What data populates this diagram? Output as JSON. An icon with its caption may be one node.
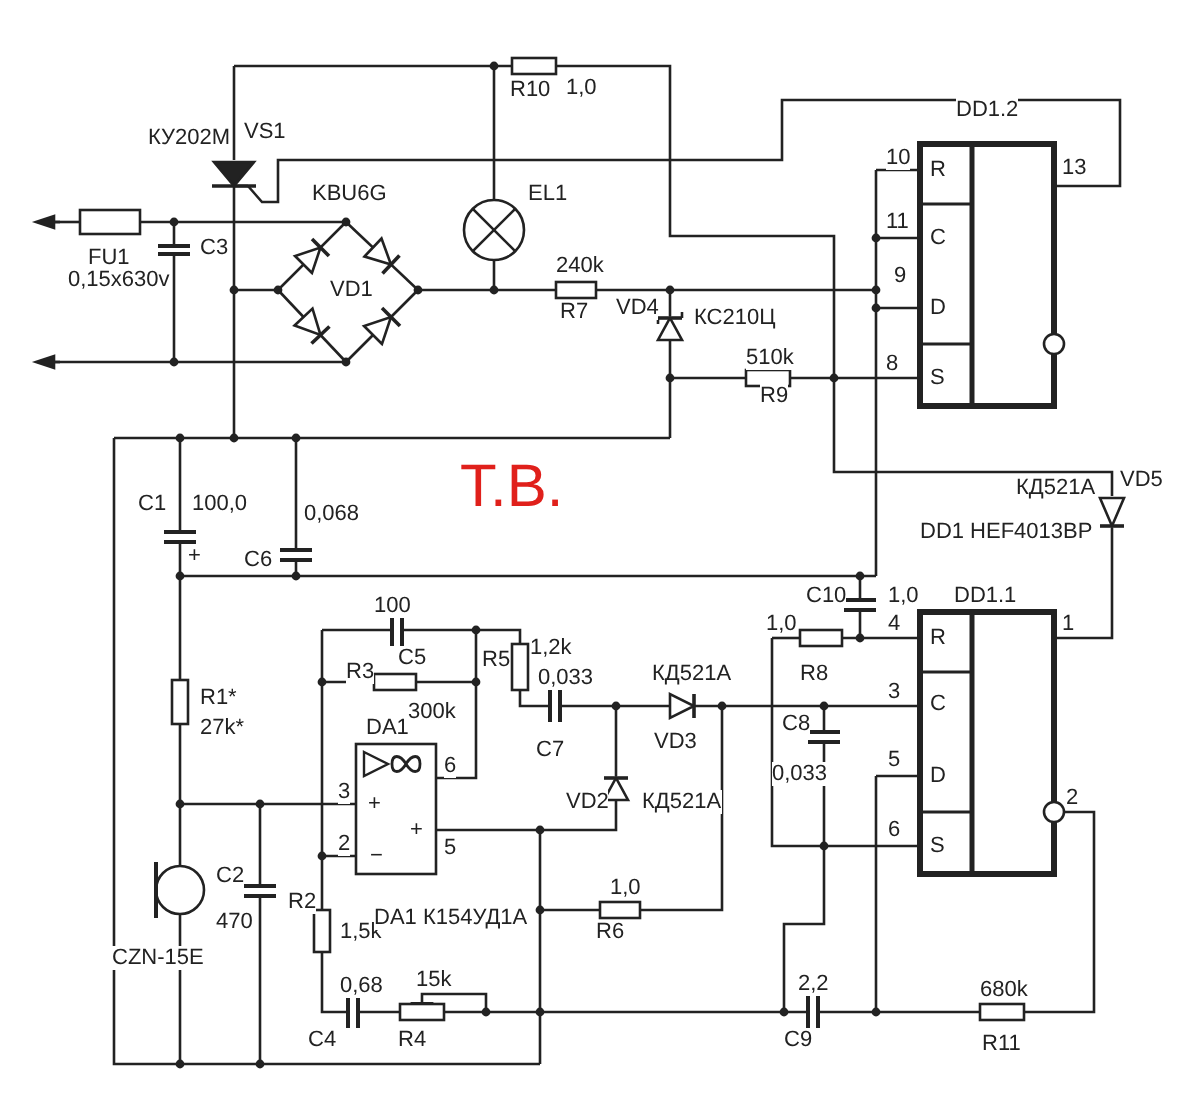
{
  "diagram": {
    "title": "Т.В.",
    "labels": [
      "R10",
      "1,0",
      "DD1.2",
      "КУ202М",
      "VS1",
      "10",
      "R",
      "13",
      "KBU6G",
      "EL1",
      "FU1",
      "C3",
      "11",
      "C",
      "0,15x630v",
      "VD1",
      "240k",
      "9",
      "R7",
      "VD4",
      "КС210Ц",
      "D",
      "510k",
      "R9",
      "8",
      "S",
      "КД521А",
      "VD5",
      "C1",
      "100,0",
      "0,068",
      "DD1 HEF4013BP",
      "+",
      "C6",
      "100",
      "C10",
      "1,0",
      "DD1.1",
      "1,0",
      "4",
      "R",
      "1",
      "C5",
      "R5",
      "1,2k",
      "R3",
      "0,033",
      "КД521А",
      "R8",
      "R1*",
      "300k",
      "3",
      "C",
      "27k*",
      "DA1",
      "C8",
      "C7",
      "VD3",
      "6",
      "0,033",
      "5",
      "3",
      "D",
      "+",
      "VD2",
      "КД521А",
      "2",
      "2",
      "−",
      "+",
      "5",
      "6",
      "S",
      "C2",
      "R2",
      "1,0",
      "470",
      "1,5k",
      "DA1 К154УД1А",
      "R6",
      "CZN-15E",
      "0,68",
      "15k",
      "2,2",
      "680k",
      "C4",
      "R4",
      "C9",
      "R11"
    ]
  }
}
